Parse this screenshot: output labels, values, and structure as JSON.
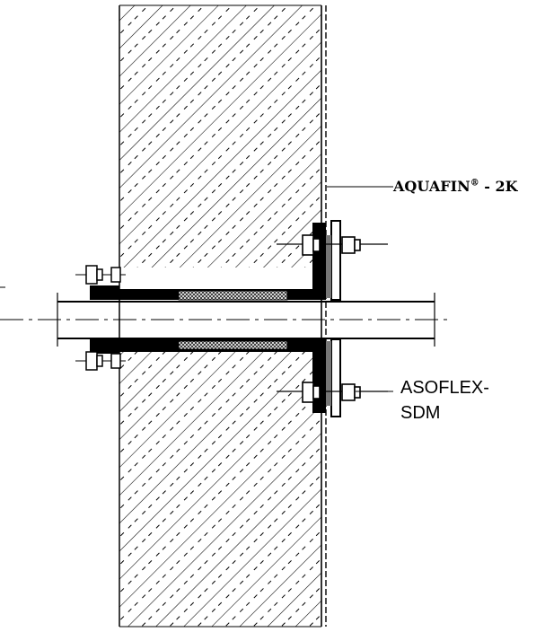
{
  "labels": {
    "coating_name": "AQUAFIN",
    "coating_mark": "®",
    "coating_suffix": " - 2K",
    "seal_line1": "ASOFLEX-",
    "seal_line2": "SDM"
  },
  "colors": {
    "ink": "#000000",
    "paper": "#ffffff",
    "seal_fill": "#777777"
  }
}
